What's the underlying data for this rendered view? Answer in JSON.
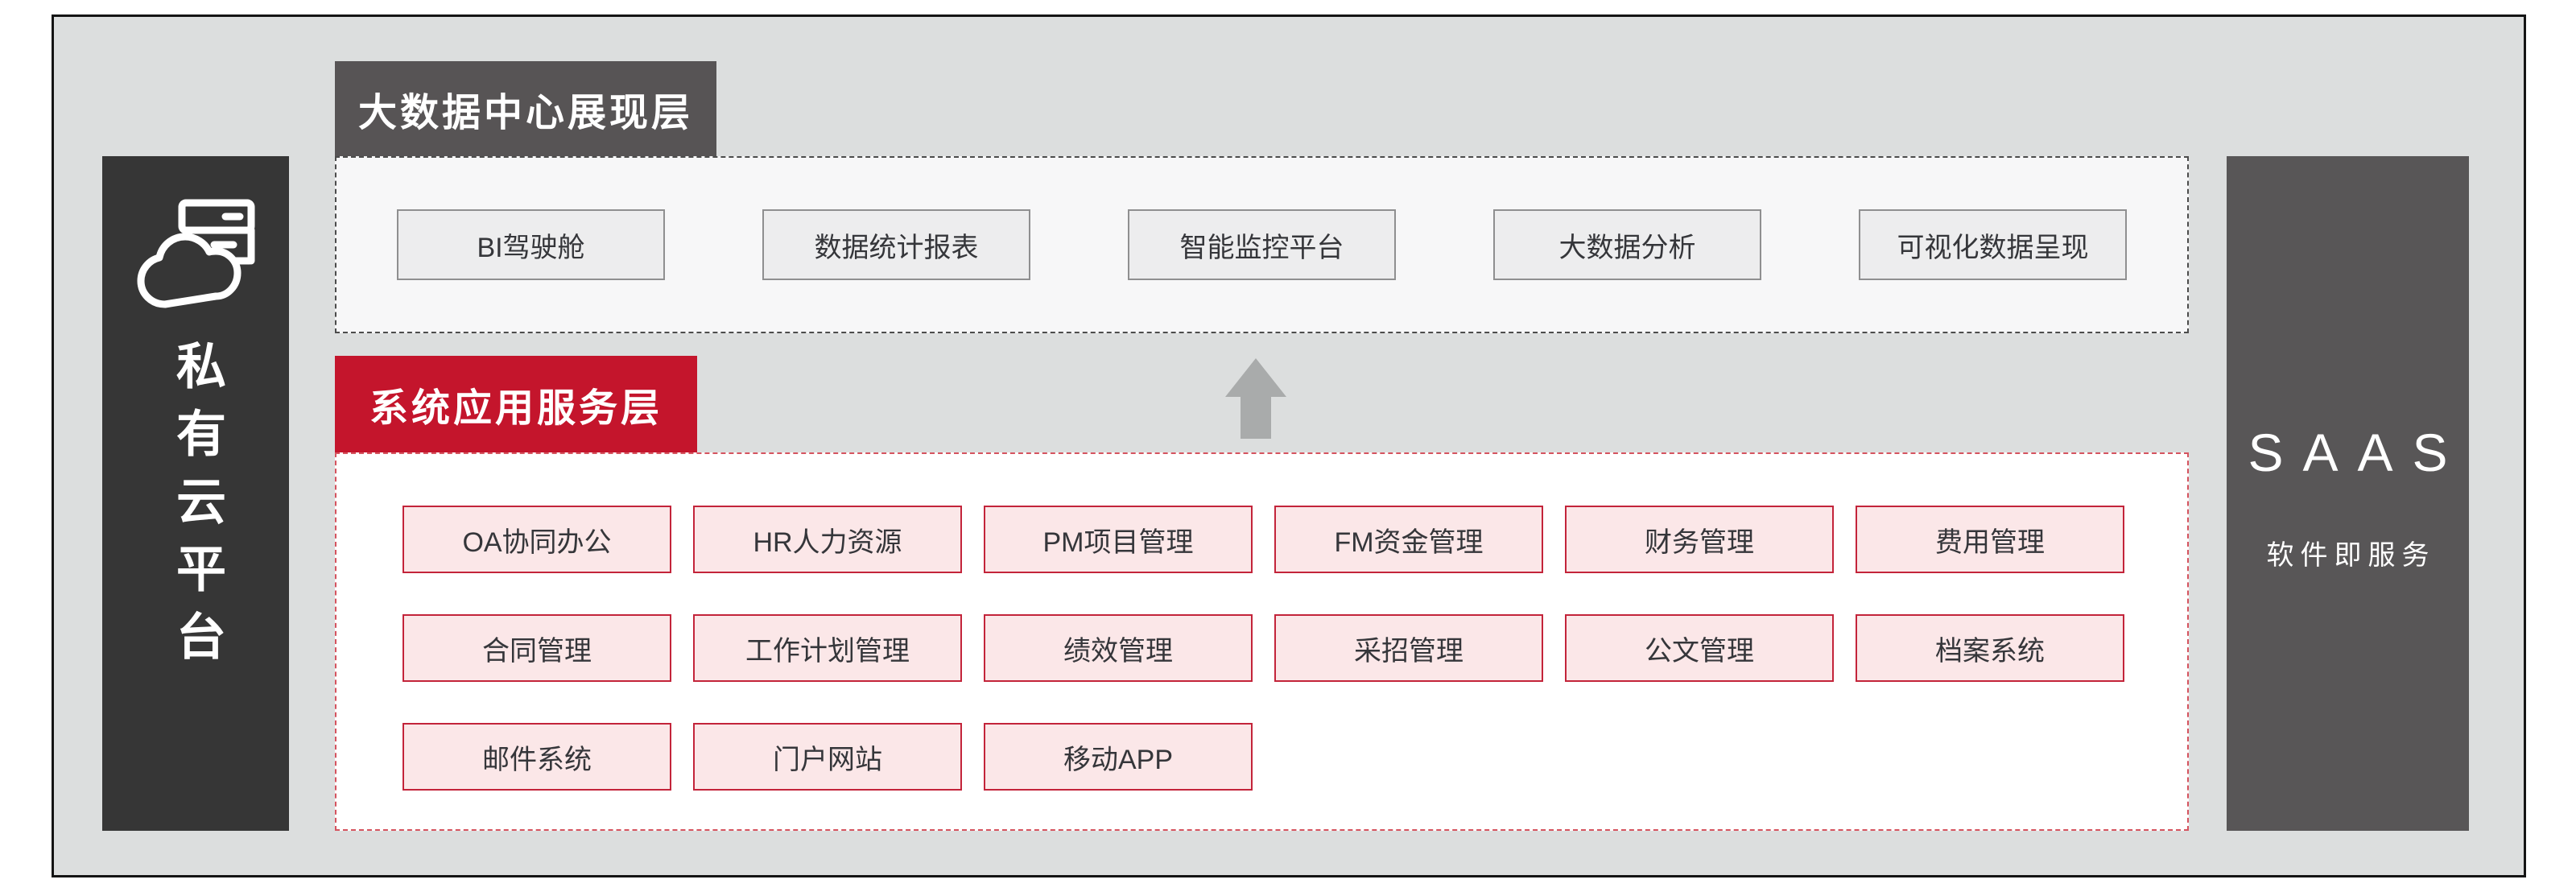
{
  "colors": {
    "frame_background": "#dcdede",
    "frame_border": "#141414",
    "dark_bar": "#363636",
    "gray_header": "#575455",
    "saas_bar": "#585657",
    "red_accent": "#c4152c",
    "pink_box_fill": "#fbe7e8",
    "pink_box_border": "#c3243a",
    "gray_box_fill": "#ededee",
    "gray_box_border": "#8f8f90",
    "top_container_fill": "#f7f7f8",
    "top_container_dash": "#4c4c4c",
    "bottom_container_dash": "#d5545f",
    "arrow": "#a9abab"
  },
  "left_bar": {
    "icon": "cloud-server-icon",
    "title": "私有云平台"
  },
  "presentation_layer": {
    "header": "大数据中心展现层",
    "items": [
      "BI驾驶舱",
      "数据统计报表",
      "智能监控平台",
      "大数据分析",
      "可视化数据呈现"
    ]
  },
  "arrow": {
    "icon": "up-arrow-icon"
  },
  "application_layer": {
    "header": "系统应用服务层",
    "rows": [
      [
        "OA协同办公",
        "HR人力资源",
        "PM项目管理",
        "FM资金管理",
        "财务管理",
        "费用管理"
      ],
      [
        "合同管理",
        "工作计划管理",
        "绩效管理",
        "采招管理",
        "公文管理",
        "档案系统"
      ],
      [
        "邮件系统",
        "门户网站",
        "移动APP"
      ]
    ]
  },
  "saas_bar": {
    "title": "SAAS",
    "subtitle": "软件即服务"
  }
}
